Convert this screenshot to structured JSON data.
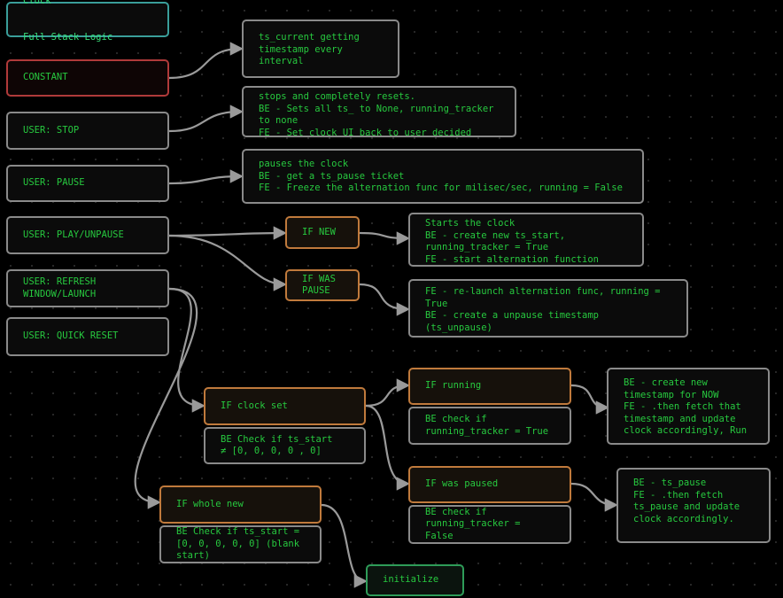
{
  "title_box": {
    "line1": "Clock",
    "line2": "Full Stack Logic"
  },
  "nodes": {
    "constant": "CONSTANT",
    "constant_desc": "ts_current getting\ntimestamp every\ninterval",
    "stop": "USER: STOP",
    "stop_desc": "stops and completely resets.\nBE - Sets all ts_ to None, running_tracker\nto none\nFE - Set clock UI back to user decided",
    "pause": "USER: PAUSE",
    "pause_desc": "pauses the clock\nBE - get a ts_pause ticket\nFE - Freeze the alternation func for milisec/sec, running = False",
    "play": "USER: PLAY/UNPAUSE",
    "if_new": "IF NEW",
    "if_new_desc": "Starts the clock\nBE - create new ts_start,\nrunning_tracker = True\nFE - start alternation function",
    "if_was_pause": "IF WAS\nPAUSE",
    "if_was_pause_desc": "FE - re-launch alternation func, running =\nTrue\nBE - create a unpause timestamp\n(ts_unpause)",
    "refresh": "USER: REFRESH\nWINDOW/LAUNCH",
    "quick_reset": "USER: QUICK RESET",
    "if_clock_set": "IF clock set",
    "if_clock_set_check": "BE Check if ts_start\n≠ [0, 0, 0, 0 , 0]",
    "if_running": "IF running",
    "if_running_check": "BE check if\nrunning_tracker = True",
    "if_running_desc": "BE - create new\ntimestamp for NOW\nFE - .then fetch that\ntimestamp and update\nclock accordingly, Run",
    "if_was_paused": "IF was paused",
    "if_was_paused_check": "BE check if\nrunning_tracker =\nFalse",
    "if_was_paused_desc": "BE - ts_pause\nFE - .then fetch\nts_pause and update\nclock accordingly.",
    "if_whole_new": "IF whole new",
    "if_whole_new_check": "BE Check if ts_start =\n[0, 0, 0, 0, 0] (blank\nstart)",
    "initialize": "initialize"
  },
  "colors": {
    "text": "#27c93f",
    "edge": "#9a9a9a",
    "border_default": "#8a8a8a",
    "border_teal": "#3a9e9a",
    "border_red": "#b03a3a",
    "border_orange": "#c07a3c",
    "border_green": "#2e9c58"
  }
}
